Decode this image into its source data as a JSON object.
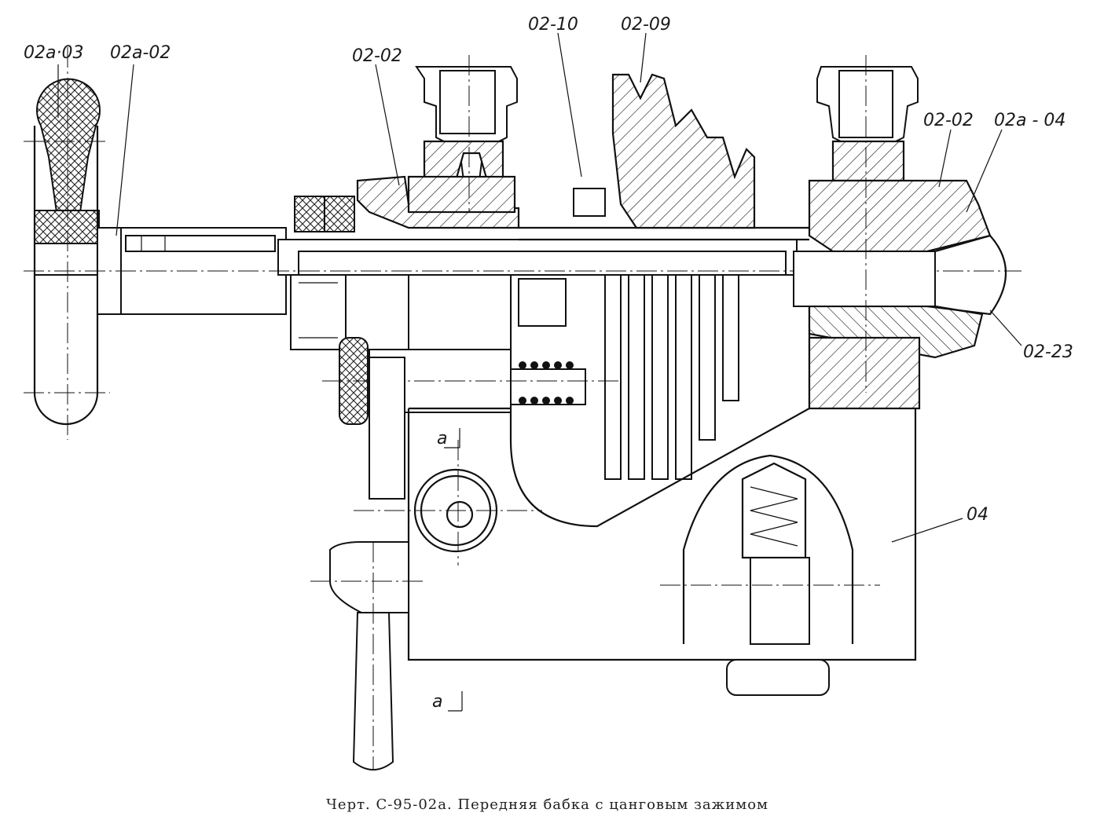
{
  "labels": {
    "l_02a03": "02а·03",
    "l_02a02": "02а-02",
    "l_0202_left": "02-02",
    "l_0210": "02-10",
    "l_0209": "02-09",
    "l_0202_right": "02-02",
    "l_02a04": "02а - 04",
    "l_0223": "02-23",
    "l_04": "04",
    "a_top": "а",
    "a_bottom": "а"
  },
  "caption": "Черт. С-95-02а. Передняя бабка с цанговым зажимом",
  "colors": {
    "ink": "#111111",
    "paper": "#ffffff"
  }
}
